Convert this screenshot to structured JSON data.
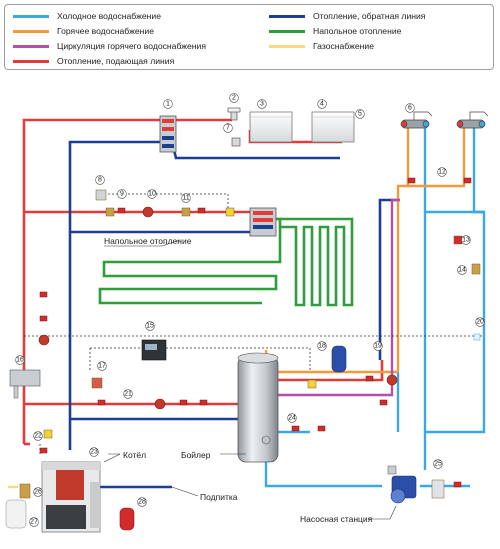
{
  "legend": [
    {
      "label": "Холодное водоснабжение",
      "color": "#3aa9e0"
    },
    {
      "label": "Горячее водоснабжение",
      "color": "#f39a3c"
    },
    {
      "label": "Циркуляция горячего водоснабжения",
      "color": "#b34fa8"
    },
    {
      "label": "Отопление, подающая линия",
      "color": "#e23b3b"
    },
    {
      "label": "Отопление, обратная линия",
      "color": "#1d3f8f"
    },
    {
      "label": "Напольное отопление",
      "color": "#2e9e3a"
    },
    {
      "label": "Газоснабжение",
      "color": "#f7d98a"
    }
  ],
  "labels": {
    "floor_heating": "Напольное отопление",
    "boiler": "Бойлер",
    "kotel": "Котёл",
    "podpitka": "Подпитка",
    "pump_station": "Насосная станция"
  },
  "markers": [
    "1",
    "2",
    "3",
    "4",
    "5",
    "6",
    "7",
    "8",
    "9",
    "10",
    "11",
    "12",
    "13",
    "14",
    "15",
    "16",
    "17",
    "18",
    "19",
    "20",
    "21",
    "22",
    "23",
    "24",
    "25",
    "26",
    "27",
    "28"
  ]
}
